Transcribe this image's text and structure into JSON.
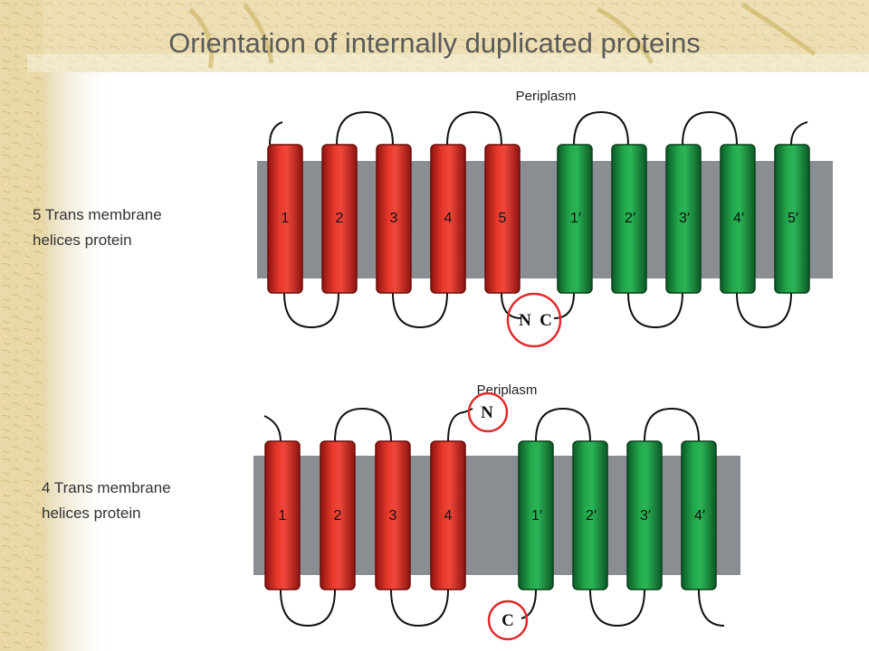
{
  "slide": {
    "title": "Orientation of internally duplicated proteins"
  },
  "labels": {
    "protein_5": [
      "5 Trans membrane",
      "helices protein"
    ],
    "protein_4": [
      "4 Trans membrane",
      "helices protein"
    ]
  },
  "figure_5tm": {
    "periplasm_label": "Periplasm",
    "red_helices": [
      "1",
      "2",
      "3",
      "4",
      "5"
    ],
    "green_helices": [
      "1′",
      "2′",
      "3′",
      "4′",
      "5′"
    ],
    "n_label": "N",
    "c_label": "C"
  },
  "figure_4tm": {
    "periplasm_label": "Periplasm",
    "red_helices": [
      "1",
      "2",
      "3",
      "4"
    ],
    "green_helices": [
      "1′",
      "2′",
      "3′",
      "4′"
    ],
    "n_label": "N",
    "c_label": "C"
  },
  "colors": {
    "red_helix": "#d42a20",
    "green_helix": "#1f9a44",
    "membrane": "#8a8d92",
    "highlight_circle": "#e02b2b",
    "background_parchment": "#ead9a6"
  }
}
